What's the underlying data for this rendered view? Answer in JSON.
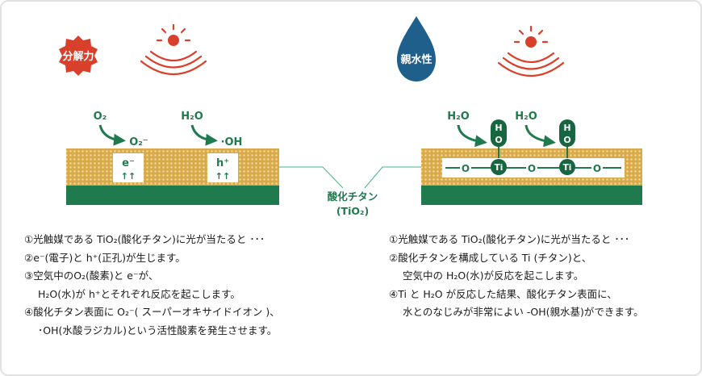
{
  "badges": {
    "decomposition": {
      "label": "分解力",
      "color": "#d9402b"
    },
    "hydrophilic": {
      "label": "親水性",
      "color": "#1f5f8b"
    }
  },
  "colors": {
    "green": "#1f7a4d",
    "dark_green": "#176640",
    "gold": "#d9aa4a",
    "sun": "#d9402b"
  },
  "left_diagram": {
    "o2": "O₂",
    "o2_minus": "O₂⁻",
    "h2o": "H₂O",
    "oh": "·OH",
    "electron": "e⁻",
    "hole": "h⁺",
    "up_arrows": "↑↑"
  },
  "right_diagram": {
    "h2o_1": "H₂O",
    "h2o_2": "H₂O",
    "o_atom": "O",
    "h_atom": "H",
    "ti_atom": "Ti"
  },
  "center_label": {
    "line1": "酸化チタン",
    "line2": "(TiO₂)"
  },
  "left_text": [
    "①光触媒である TiO₂(酸化チタン)に光が当たると ･･･",
    "②e⁻(電子)と h⁺(正孔)が生じます。",
    "③空気中のO₂(酸素)と e⁻が、",
    "H₂O(水)が h⁺とそれぞれ反応を起こします。",
    "④酸化チタン表面に O₂⁻( スーパーオキサイドイオン )、",
    "･OH(水酸ラジカル)という活性酸素を発生させます。"
  ],
  "right_text": [
    "①光触媒である TiO₂(酸化チタン)に光が当たると ･･･",
    "②酸化チタンを構成している Ti (チタン)と、",
    "空気中の H₂O(水)が反応を起こします。",
    "④Ti と H₂O が反応した結果、酸化チタン表面に、",
    "水とのなじみが非常によい -OH(親水基)ができます。"
  ]
}
